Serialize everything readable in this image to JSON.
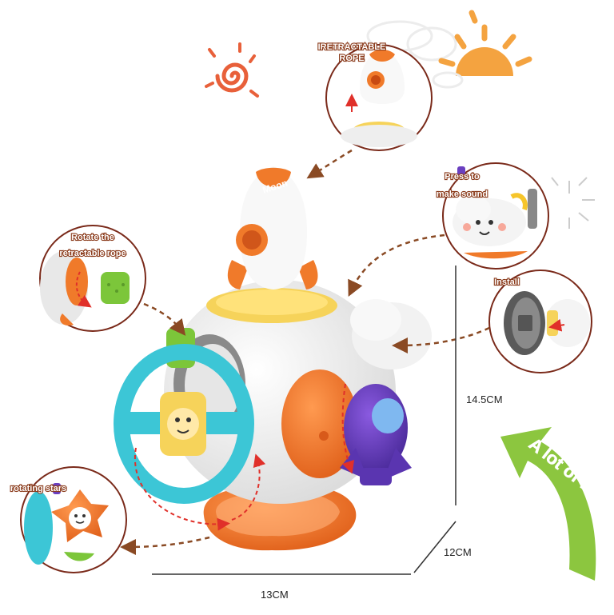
{
  "callouts": {
    "retractable_rope": {
      "line1": "IRETRACTABLE",
      "line2": "ROPE"
    },
    "press_sound": {
      "line1": "Press to",
      "line2": "make sound"
    },
    "rotate_rope": {
      "line1": "Rotate the",
      "line2": "retractable rope"
    },
    "install": {
      "line1": "Install"
    },
    "rotating_stars": {
      "line1": "rotating stars"
    }
  },
  "product": {
    "rocket_label": "Moon"
  },
  "dimensions": {
    "height": "14.5CM",
    "depth": "12CM",
    "width": "13CM"
  },
  "badge": {
    "text": "A lot of fun"
  },
  "colors": {
    "orange": "#f07a2a",
    "teal": "#3cc6d6",
    "purple": "#6a3fc0",
    "green": "#7cc63a",
    "arrow_brown": "#8a4a24",
    "lime_badge": "#8cc63f"
  }
}
